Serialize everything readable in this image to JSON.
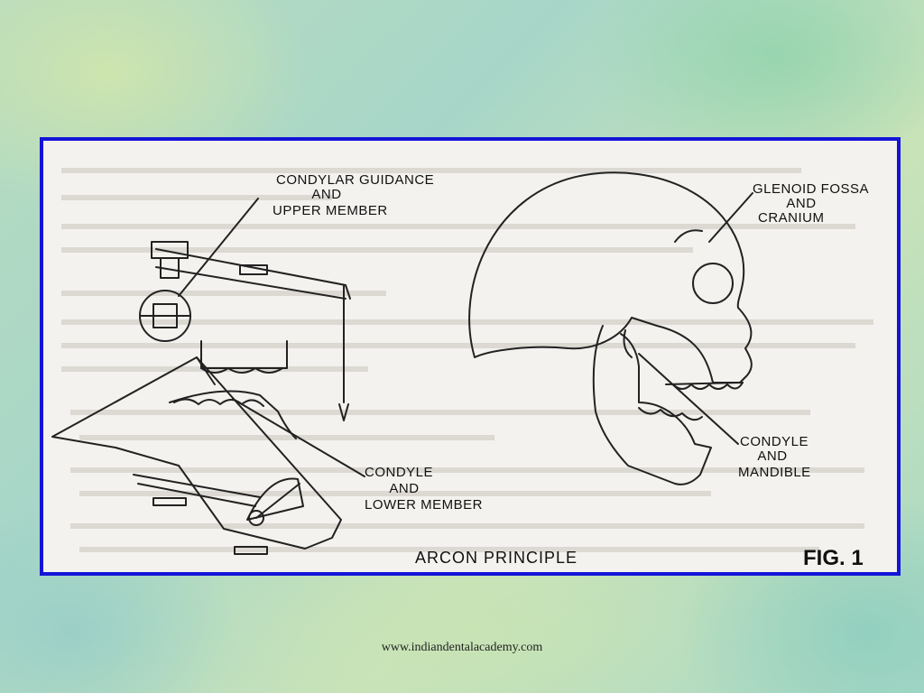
{
  "figure": {
    "caption": "ARCON PRINCIPLE",
    "fig_number": "FIG. 1",
    "labels": {
      "condylar_guidance": [
        "CONDYLAR GUIDANCE",
        "AND",
        "UPPER MEMBER"
      ],
      "condyle_lower": [
        "CONDYLE",
        "AND",
        "LOWER MEMBER"
      ],
      "glenoid_fossa": [
        "GLENOID FOSSA",
        "AND",
        "CRANIUM"
      ],
      "condyle_mandible": [
        "CONDYLE",
        "AND",
        "MANDIBLE"
      ]
    }
  },
  "footer": {
    "url": "www.indiandentalacademy.com"
  }
}
